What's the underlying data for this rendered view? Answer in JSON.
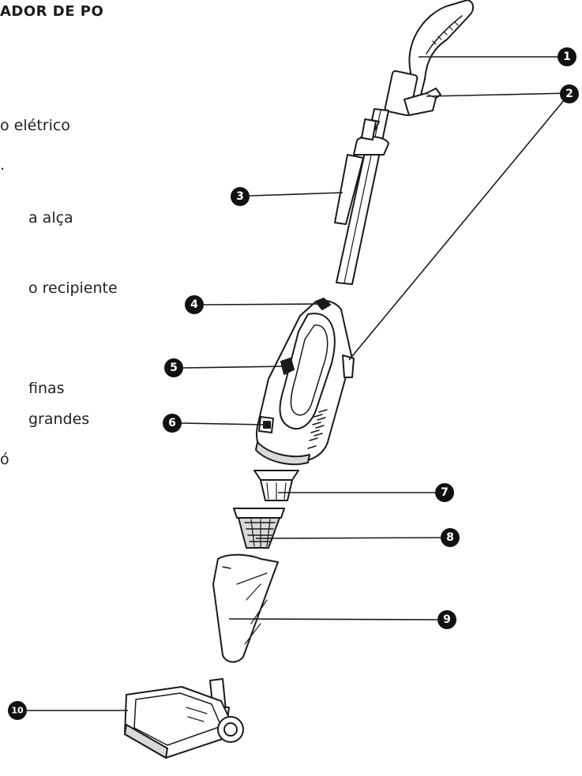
{
  "title": "ADOR DE PO",
  "parts_list": [
    {
      "text": "o elétrico"
    },
    {
      "text": "."
    },
    {
      "text": "a alça"
    },
    {
      "text": "o recipiente"
    },
    {
      "text": "finas"
    },
    {
      "text": "grandes"
    },
    {
      "text": "ó"
    }
  ],
  "callouts": [
    "1",
    "2",
    "3",
    "4",
    "5",
    "6",
    "7",
    "8",
    "9",
    "10"
  ],
  "colors": {
    "line": "#1a1a1a",
    "badge": "#111111",
    "body": "#ffffff",
    "shade": "#d9d9d9"
  }
}
